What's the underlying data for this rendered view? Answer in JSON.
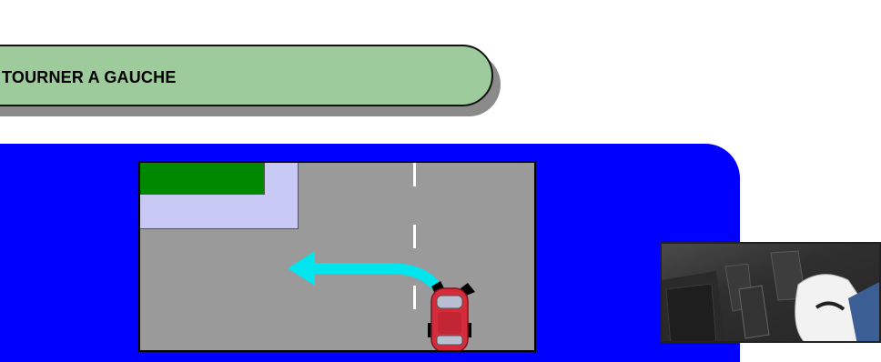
{
  "banner": {
    "title": "TOURNER A GAUCHE"
  },
  "colors": {
    "banner_fill": "#9ecb9b",
    "panel_blue": "#0000ff",
    "road_gray": "#9a9a9a",
    "sidewalk": "#c9c9f5",
    "grass": "#008800",
    "arrow_cyan": "#00e5ee",
    "car_red": "#d62b3b"
  },
  "scene": {
    "map_icon": "intersection-diagram",
    "arrow_icon": "left-turn-arrow-icon",
    "car_icon": "red-car-icon",
    "photo_icon": "car-pedals-photo"
  }
}
